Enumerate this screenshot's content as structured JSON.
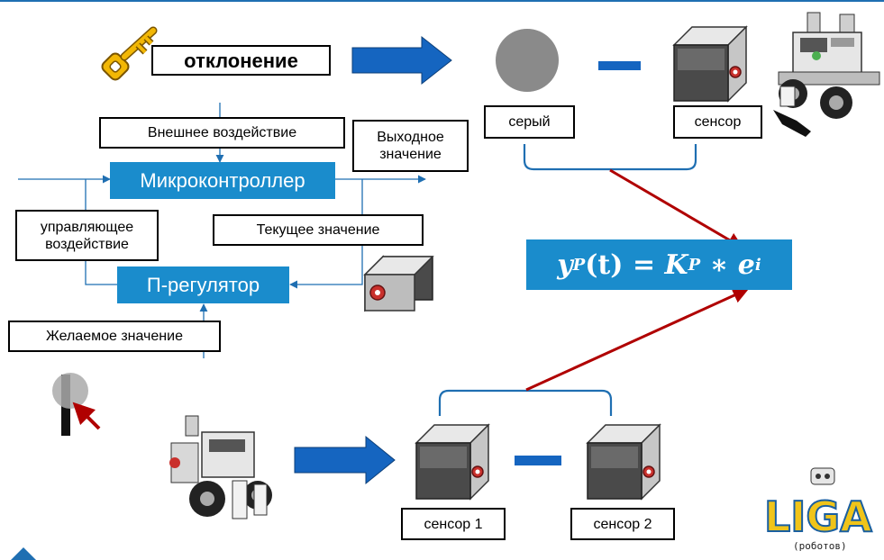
{
  "labels": {
    "deviation": "отклонение",
    "external_effect": "Внешнее воздействие",
    "output_value": "Выходное значение",
    "microcontroller": "Микроконтроллер",
    "control_effect": "управляющее воздействие",
    "current_value": "Текущее значение",
    "p_regulator": "П-регулятор",
    "desired_value": "Желаемое значение",
    "gray": "серый",
    "sensor": "сенсор",
    "sensor1": "сенсор 1",
    "sensor2": "сенсор 2"
  },
  "formula": {
    "y": "y",
    "y_sub": "P",
    "t": "(t)",
    "eq": "=",
    "k": "K",
    "k_sub": "P",
    "op": "∗",
    "e": "e",
    "e_sub": "i"
  },
  "logo": {
    "main": "LIGA",
    "sub": "(роботов)"
  },
  "colors": {
    "accent_blue": "#1a8ccc",
    "arrow_blue": "#1565c0",
    "arrow_red": "#b00000",
    "gray_circle": "#8a8a8a"
  },
  "icons": [
    "key-icon",
    "robot-icon",
    "light-sensor-icon",
    "line-sensor-icon"
  ]
}
